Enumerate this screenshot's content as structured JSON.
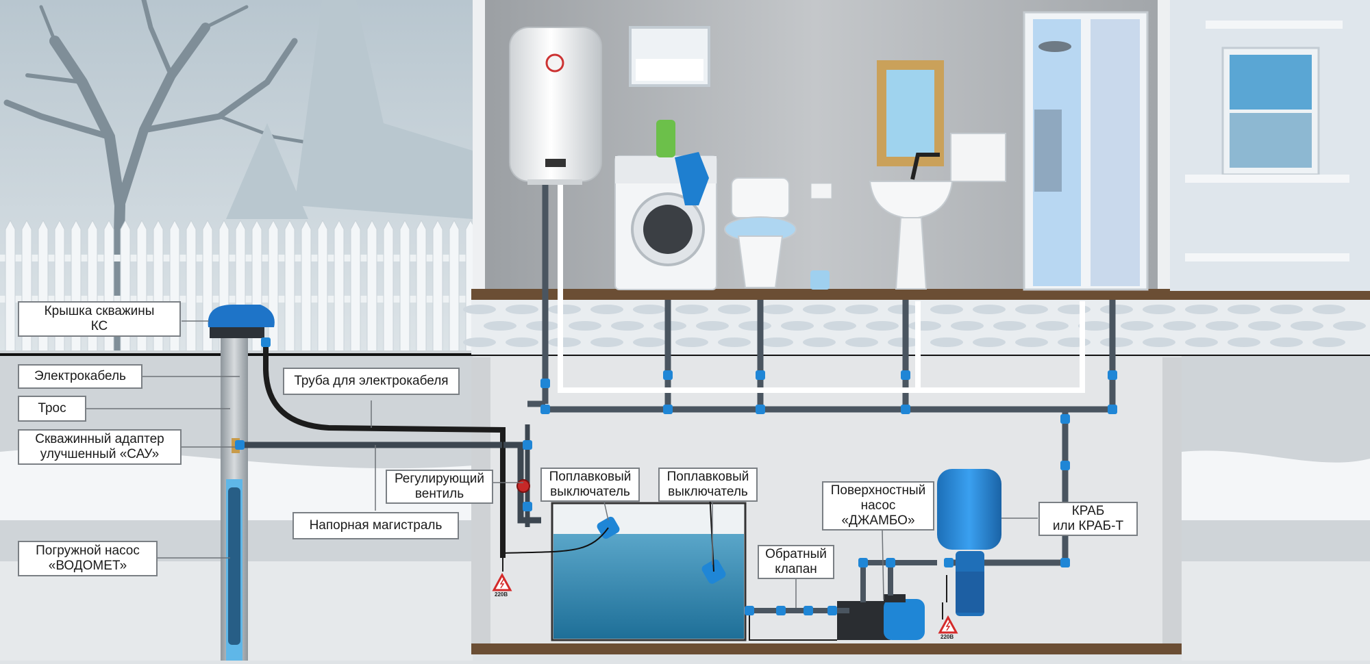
{
  "colors": {
    "sky": "#c9d3da",
    "house_wall": "#a9adb0",
    "basement_wall": "#e7e8e9",
    "ground": "#cdd1d4",
    "snow": "#f4f6f8",
    "pipe_blue": "#1f86d6",
    "pipe_dark": "#4a5560",
    "water_tank": "#2b7fa9",
    "warning_red": "#d42a2a",
    "label_border": "#7a7f84"
  },
  "labels": {
    "well_cap": [
      "Крышка скважины",
      "КС"
    ],
    "electro_cable": [
      "Электрокабель"
    ],
    "rope": [
      "Трос"
    ],
    "well_adapter": [
      "Скважинный адаптер",
      "улучшенный «САУ»"
    ],
    "submersible_pump": [
      "Погружной насос",
      "«ВОДОМЕТ»"
    ],
    "cable_pipe": [
      "Труба для электрокабеля"
    ],
    "regulating_valve": [
      "Регулирующий",
      "вентиль"
    ],
    "pressure_main": [
      "Напорная магистраль"
    ],
    "float_switch_1": [
      "Поплавковый",
      "выключатель"
    ],
    "float_switch_2": [
      "Поплавковый",
      "выключатель"
    ],
    "surface_pump": [
      "Поверхностный",
      "насос",
      "«ДЖАМБО»"
    ],
    "check_valve": [
      "Обратный",
      "клапан"
    ],
    "accumulator": [
      "КРАБ",
      "или КРАБ-Т"
    ]
  },
  "warnings": {
    "voltage_1": "220В",
    "voltage_2": "220В"
  },
  "icons": [
    "warning-triangle-icon",
    "water-heater-icon",
    "washing-machine-icon",
    "toilet-icon",
    "sink-icon",
    "shower-cabin-icon",
    "window-icon",
    "tree-icon",
    "fence-icon"
  ]
}
